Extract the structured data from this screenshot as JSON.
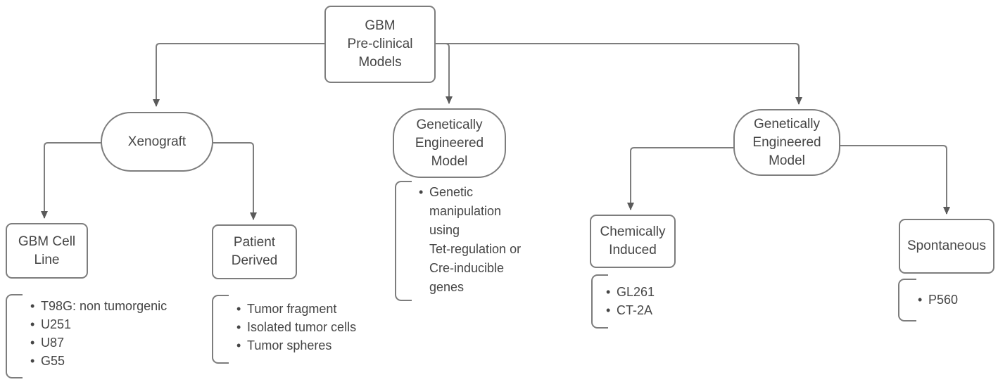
{
  "colors": {
    "line": "#7d7d7d",
    "arrow": "#5a5a5a",
    "text": "#454545",
    "background": "#ffffff"
  },
  "nodes": {
    "root": {
      "label": "GBM\nPre-clinical\nModels"
    },
    "xenograft": {
      "label": "Xenograft"
    },
    "gem_middle": {
      "label": "Genetically\nEngineered\nModel"
    },
    "gem_right": {
      "label": "Genetically\nEngineered\nModel"
    },
    "gbm_cell_line": {
      "label": "GBM Cell\nLine"
    },
    "patient_derived": {
      "label": "Patient\nDerived"
    },
    "chemically_induced": {
      "label": "Chemically\nInduced"
    },
    "spontaneous": {
      "label": "Spontaneous"
    }
  },
  "lists": {
    "gbm_cell_line": {
      "items": [
        "T98G: non tumorgenic",
        "U251",
        "U87",
        "G55"
      ]
    },
    "patient_derived": {
      "items": [
        "Tumor fragment",
        "Isolated tumor cells",
        "Tumor spheres"
      ]
    },
    "gem_middle": {
      "items": [
        "Genetic\nmanipulation\nusing\nTet-regulation or\nCre-inducible\ngenes"
      ]
    },
    "chemically_induced": {
      "items": [
        "GL261",
        "CT-2A"
      ]
    },
    "spontaneous": {
      "items": [
        "P560"
      ]
    }
  }
}
